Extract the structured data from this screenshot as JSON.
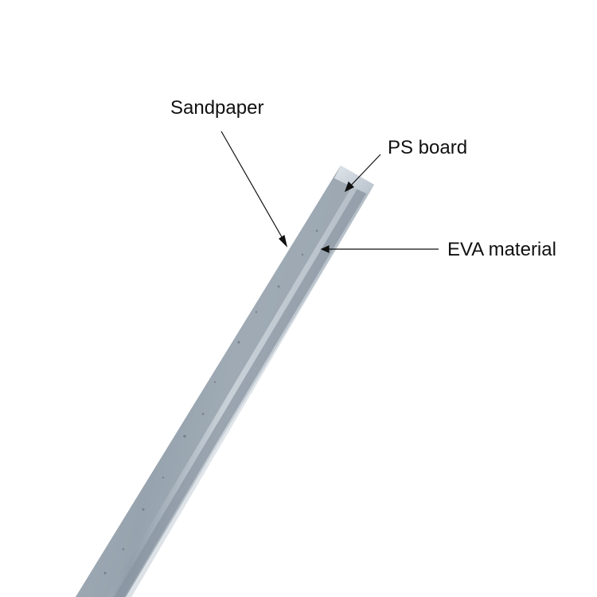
{
  "labels": {
    "sandpaper": "Sandpaper",
    "ps_board": "PS board",
    "eva_material": "EVA material"
  },
  "colors": {
    "background": "#ffffff",
    "strip_base": "#a9b3bd",
    "strip_highlight": "#d9e0e6",
    "strip_shadow": "#7f8a96",
    "leader_line": "#111111"
  }
}
